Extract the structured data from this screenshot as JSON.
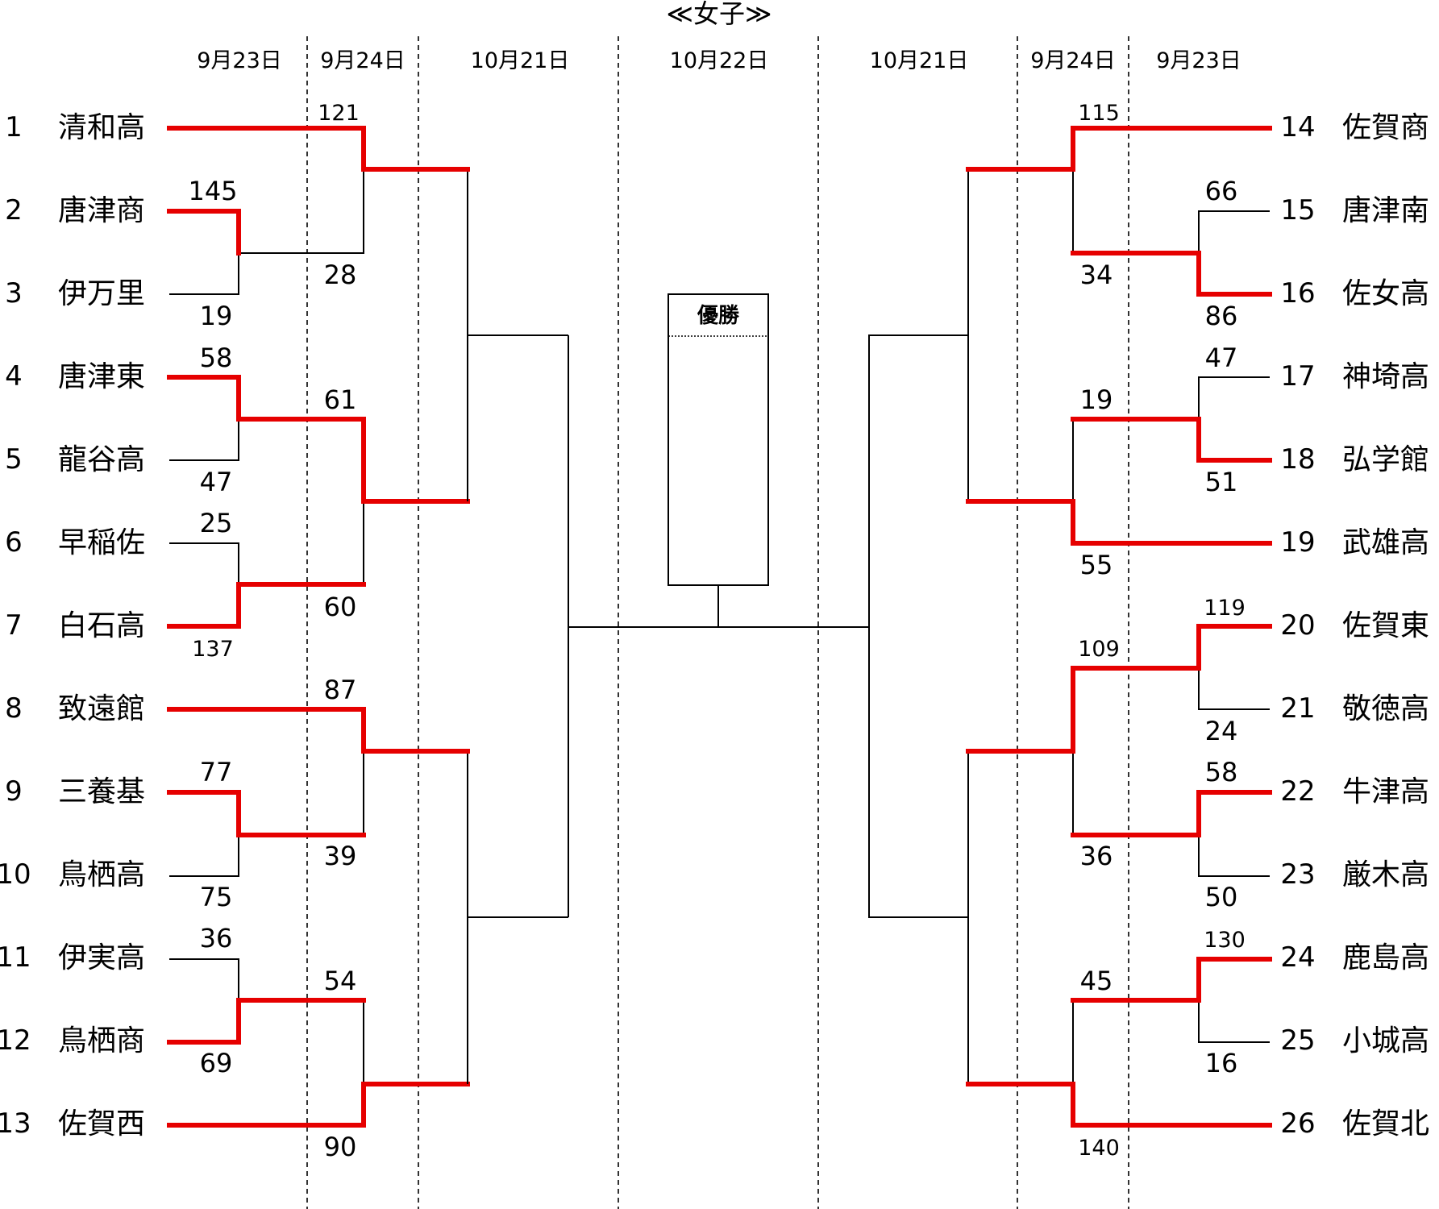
{
  "title": "≪女子≫",
  "dates_left": [
    "9月23日",
    "9月24日",
    "10月21日"
  ],
  "date_final": "10月22日",
  "dates_right": [
    "10月21日",
    "9月24日",
    "9月23日"
  ],
  "champion_label": "優勝",
  "colors": {
    "win_line": "#e60000",
    "line": "#000000"
  },
  "teams_left": [
    {
      "seed": "1",
      "name": "清和高"
    },
    {
      "seed": "2",
      "name": "唐津商"
    },
    {
      "seed": "3",
      "name": "伊万里"
    },
    {
      "seed": "4",
      "name": "唐津東"
    },
    {
      "seed": "5",
      "name": "龍谷高"
    },
    {
      "seed": "6",
      "name": "早稲佐"
    },
    {
      "seed": "7",
      "name": "白石高"
    },
    {
      "seed": "8",
      "name": "致遠館"
    },
    {
      "seed": "9",
      "name": "三養基"
    },
    {
      "seed": "10",
      "name": "鳥栖高"
    },
    {
      "seed": "11",
      "name": "伊実高"
    },
    {
      "seed": "12",
      "name": "鳥栖商"
    },
    {
      "seed": "13",
      "name": "佐賀西"
    }
  ],
  "teams_right": [
    {
      "seed": "14",
      "name": "佐賀商"
    },
    {
      "seed": "15",
      "name": "唐津南"
    },
    {
      "seed": "16",
      "name": "佐女高"
    },
    {
      "seed": "17",
      "name": "神埼高"
    },
    {
      "seed": "18",
      "name": "弘学館"
    },
    {
      "seed": "19",
      "name": "武雄高"
    },
    {
      "seed": "20",
      "name": "佐賀東"
    },
    {
      "seed": "21",
      "name": "敬徳高"
    },
    {
      "seed": "22",
      "name": "牛津高"
    },
    {
      "seed": "23",
      "name": "厳木高"
    },
    {
      "seed": "24",
      "name": "鹿島高"
    },
    {
      "seed": "25",
      "name": "小城高"
    },
    {
      "seed": "26",
      "name": "佐賀北"
    }
  ],
  "scores_left_r1": [
    "145",
    "19",
    "58",
    "47",
    "25",
    "137",
    "77",
    "75",
    "36",
    "69"
  ],
  "scores_left_r2": [
    "121",
    "28",
    "61",
    "60",
    "87",
    "39",
    "54",
    "90"
  ],
  "scores_right_r1": [
    "66",
    "86",
    "47",
    "51",
    "119",
    "24",
    "58",
    "50",
    "130",
    "16"
  ],
  "scores_right_r2": [
    "115",
    "34",
    "19",
    "55",
    "109",
    "36",
    "45",
    "140"
  ]
}
